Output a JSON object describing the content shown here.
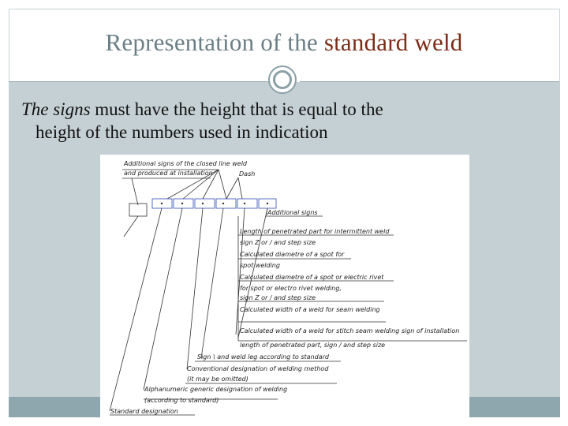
{
  "slide": {
    "title_part1": "Representation of the ",
    "title_part2": "standard weld",
    "body_em": "The signs",
    "body_rest": " must have the height that is equal to the",
    "body_line2": "height of the numbers used in indication"
  },
  "diagram": {
    "labels": {
      "additional_signs_closed": "Additional signs of the closed line weld",
      "produced_installation": "and produced at installation",
      "dash": "Dash",
      "additional_signs": "Additional signs",
      "length_penetrated": "Length of penetrated part    for intermittent weld",
      "sign_z_or": "sign  Z  or  /  and step size",
      "calc_diam_spot": "Calculated diametre of a spot for",
      "spot_welding": "spot welding",
      "calc_diam_spot_rivet": "Calculated diametre of a spot or electric rivet",
      "for_spot_rivet": "for spot or electro rivet welding,",
      "sign_z_step": "sign  Z  or  /  and step size",
      "calc_width_seam": "Calculated width of a weld for seam welding",
      "calc_width_stitch": "Calculated width of a weld for stitch seam welding  sign of installation",
      "length_sign_step": "length of penetrated part, sign  /  and step size",
      "sign_weld_leg": "Sign  \\    and weld leg according to standard",
      "conventional": "Conventional designation of welding method",
      "may_be_omitted": "(it may be omitted)",
      "alphanumeric": "Alphanumeric generic designation of welding",
      "according_standard": "(according to standard)",
      "standard_designation": "Standard designation"
    }
  }
}
